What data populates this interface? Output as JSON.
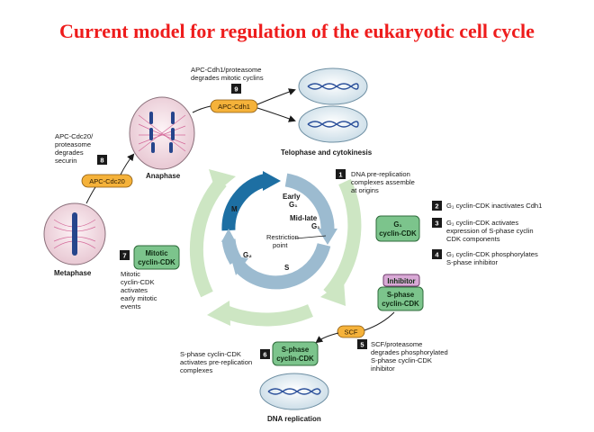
{
  "title": "Current model for regulation of the eukaryotic cell cycle",
  "phases": {
    "m": "M",
    "early_g1": "Early",
    "early_g1_sub": "G₁",
    "midlate": "Mid-late",
    "midlate_sub": "G₁",
    "restriction": "Restriction",
    "restriction2": "point",
    "s": "S",
    "g2": "G₂"
  },
  "stages": {
    "anaphase": "Anaphase",
    "metaphase": "Metaphase",
    "telophase": "Telophase and cytokinesis",
    "dna_replication": "DNA replication"
  },
  "complexes": {
    "apc_cdh1": "APC-Cdh1",
    "apc_cdc20": "APC-Cdc20",
    "g1_cdk_line1": "G₁",
    "g1_cdk_line2": "cyclin-CDK",
    "mitotic_cdk_line1": "Mitotic",
    "mitotic_cdk_line2": "cyclin-CDK",
    "inhibitor": "Inhibitor",
    "sphase_cdk_line1": "S-phase",
    "sphase_cdk_line2": "cyclin-CDK",
    "scf": "SCF",
    "sphase_cdk2_line1": "S-phase",
    "sphase_cdk2_line2": "cyclin-CDK"
  },
  "steps": [
    {
      "num": "1",
      "lines": [
        "DNA pre-replication",
        "complexes assemble",
        "at origins"
      ]
    },
    {
      "num": "2",
      "lines": [
        "G₁ cyclin-CDK inactivates Cdh1"
      ]
    },
    {
      "num": "3",
      "lines": [
        "G₁ cyclin-CDK activates",
        "expression of S-phase cyclin",
        "CDK components"
      ]
    },
    {
      "num": "4",
      "lines": [
        "G₁ cyclin-CDK phosphorylates",
        "S-phase inhibitor"
      ]
    },
    {
      "num": "5",
      "lines": [
        "SCF/proteasome",
        "degrades phosphorylated",
        "S-phase cyclin-CDK",
        "inhibitor"
      ]
    },
    {
      "num": "6",
      "lines": [
        "S-phase cyclin-CDK",
        "activates pre-replication",
        "complexes"
      ]
    },
    {
      "num": "7",
      "lines": [
        "Mitotic",
        "cyclin-CDK",
        "activates",
        "early mitotic",
        "events"
      ]
    },
    {
      "num": "8",
      "lines": [
        "APC-Cdc20/",
        "proteasome",
        "degrades",
        "securin"
      ]
    },
    {
      "num": "9",
      "lines": [
        "APC-Cdh1/proteasome",
        "degrades mitotic cyclins"
      ]
    }
  ],
  "colors": {
    "title": "#ee1c1c",
    "cycle_dark": "#1d6fa3",
    "cycle_light": "#9cbbd0",
    "outer_arrow": "#cde6c3",
    "cdk_box": "#7cc48c",
    "inhibitor_box": "#d9a9d6",
    "pill": "#f5b23a",
    "number_box": "#1a1a1a"
  }
}
